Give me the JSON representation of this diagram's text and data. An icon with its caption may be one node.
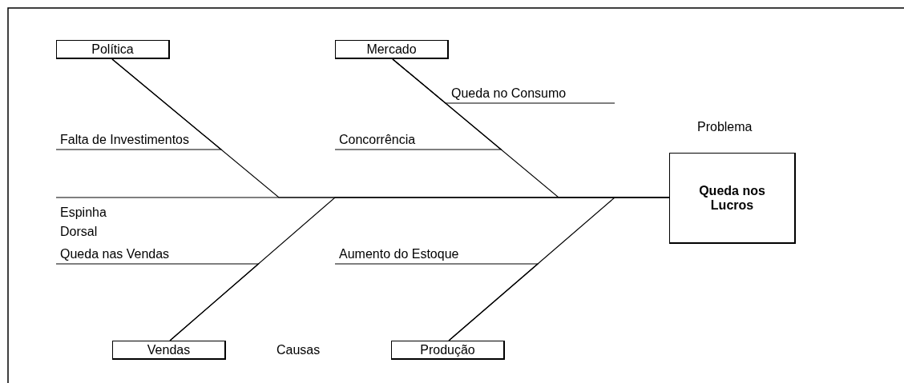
{
  "diagram": {
    "nodes": [
      {
        "text": [
          "Política"
        ]
      },
      {
        "text": [
          "Mercado"
        ]
      },
      {
        "text": [
          "Queda no Consumo"
        ]
      },
      {
        "text": [
          "Falta de Investimentos"
        ]
      },
      {
        "text": [
          "Concorrência"
        ]
      },
      {
        "text": [
          "Queda nos Lucros"
        ],
        "beside": [
          "Problema"
        ]
      },
      {
        "text": [
          "Queda nas Vendas"
        ]
      },
      {
        "text": [
          "Aumento do Estoque"
        ]
      },
      {
        "text": [
          "Vendas"
        ]
      },
      {
        "text": [
          "Produção"
        ]
      }
    ],
    "edges": [
      {
        "from": 0,
        "to": 5,
        "arrow": "none"
      },
      {
        "from": 1,
        "to": 5,
        "arrow": "none"
      },
      {
        "from": 8,
        "to": 5,
        "arrow": "none"
      },
      {
        "from": 9,
        "to": 5,
        "arrow": "none"
      },
      {
        "from": 3,
        "to": 0,
        "arrow": "none"
      },
      {
        "from": 2,
        "to": 1,
        "arrow": "none"
      },
      {
        "from": 4,
        "to": 1,
        "arrow": "none"
      },
      {
        "from": 6,
        "to": 8,
        "arrow": "none"
      },
      {
        "from": 7,
        "to": 9,
        "arrow": "none"
      }
    ],
    "labels": [
      "Espinha Dorsal",
      "Causas"
    ]
  }
}
